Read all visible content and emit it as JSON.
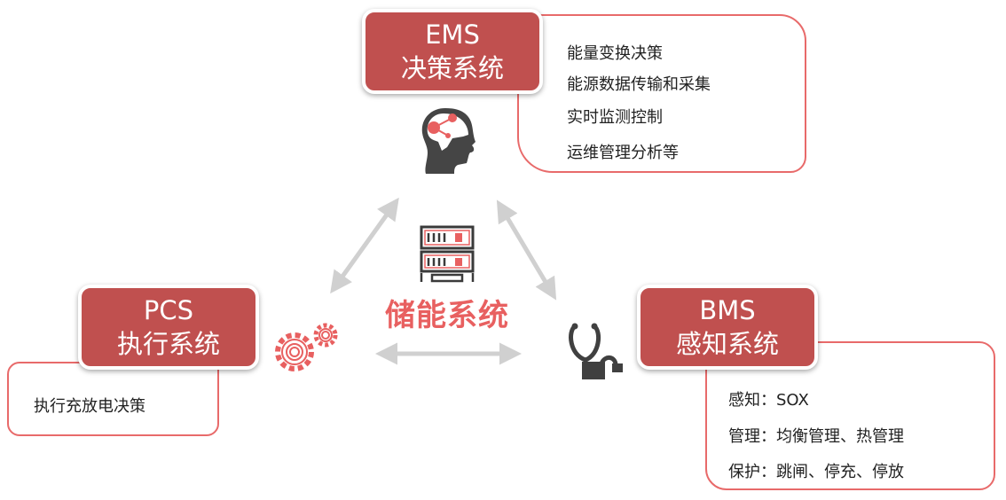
{
  "center": {
    "title": "储能系统"
  },
  "ems": {
    "title_en": "EMS",
    "title_cn": "决策系统",
    "items": [
      "能量变换决策",
      "能源数据传输和采集",
      "实时监测控制",
      "运维管理分析等"
    ]
  },
  "pcs": {
    "title_en": "PCS",
    "title_cn": "执行系统",
    "items": [
      "执行充放电决策"
    ]
  },
  "bms": {
    "title_en": "BMS",
    "title_cn": "感知系统",
    "items": [
      "感知：SOX",
      "管理：均衡管理、热管理",
      "保护：跳闸、停充、停放"
    ]
  },
  "colors": {
    "title_bg": "#c0504f",
    "accent": "#e86a6a",
    "arrow": "#d0d0d0",
    "icon_dark": "#404040"
  }
}
